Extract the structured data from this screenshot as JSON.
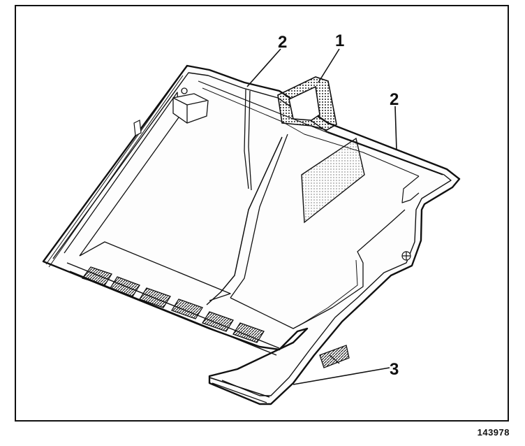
{
  "callouts": [
    {
      "id": "callout-1",
      "text": "1"
    },
    {
      "id": "callout-2a",
      "text": "2"
    },
    {
      "id": "callout-2b",
      "text": "2"
    },
    {
      "id": "callout-3",
      "text": "3"
    }
  ],
  "figure_id": "143978",
  "colors": {
    "line": "#111111",
    "background": "#ffffff",
    "panel": "#f4f4f4",
    "hatch": "#555555"
  }
}
